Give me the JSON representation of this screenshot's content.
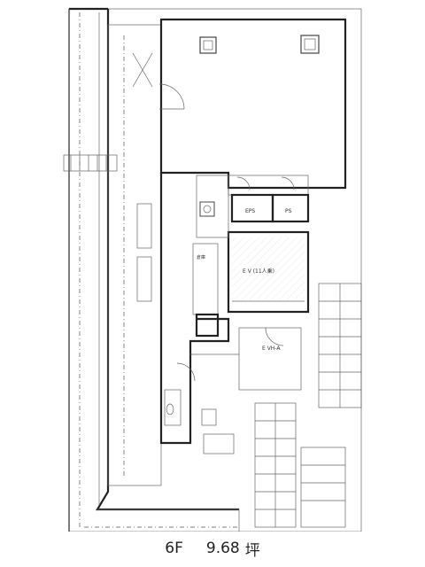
{
  "plan": {
    "labels": {
      "elevator": "E V (11人乗)",
      "eps": "EPS",
      "ps": "PS",
      "ev_hall": "E VH-A",
      "storage": "倉庫"
    }
  },
  "caption": {
    "floor": "6F",
    "area": "9.68",
    "unit": "坪"
  }
}
